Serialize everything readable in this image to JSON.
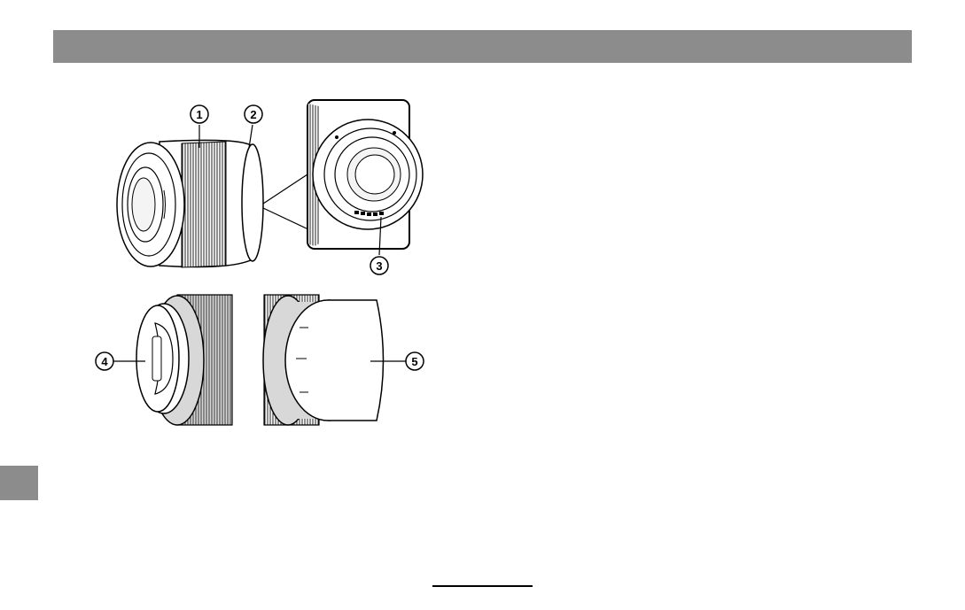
{
  "header": {
    "color": "#8c8c8c"
  },
  "side_tab": {
    "color": "#8c8c8c"
  },
  "figure": {
    "callouts": [
      "1",
      "2",
      "3",
      "4",
      "5"
    ],
    "parts": [
      "lens-focus-ring",
      "lens-hood-mount",
      "lens-signal-contacts",
      "front-lens-cap",
      "rear-lens-cap"
    ]
  }
}
